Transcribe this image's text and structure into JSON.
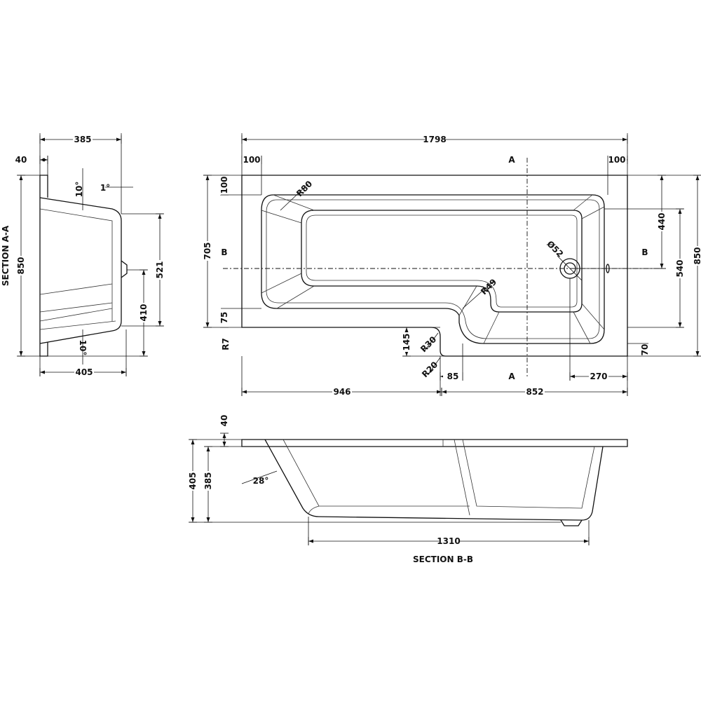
{
  "plan": {
    "overall_length": "1798",
    "rim_left": "100",
    "rim_right": "100",
    "section_a": "A",
    "section_b": "B",
    "width_left": "705",
    "rim_top_left": "100",
    "rim_bottom_left": "75",
    "corner_radius": "R7",
    "height_right_upper": "440",
    "basin_height_right": "540",
    "overall_width": "850",
    "rim_bottom_right": "70",
    "step_depth": "145",
    "radius_r30": "R30",
    "radius_r20": "R20",
    "radius_r49": "R49",
    "radius_r80": "R80",
    "waste_diameter": "Ø52",
    "step_offset": "85",
    "waste_offset": "270",
    "left_length": "946",
    "right_length": "852"
  },
  "section_aa": {
    "title": "SECTION A-A",
    "depth_top": "385",
    "rim_thickness": "40",
    "width": "850",
    "angle_top": "10°",
    "angle_bottom": "10°",
    "angle_side": "1°",
    "floor_length": "521",
    "waste_height": "410",
    "depth_bottom": "405"
  },
  "section_bb": {
    "title": "SECTION B-B",
    "rim_thickness": "40",
    "overall_depth": "405",
    "inner_depth": "385",
    "angle": "28°",
    "floor_length": "1310"
  }
}
